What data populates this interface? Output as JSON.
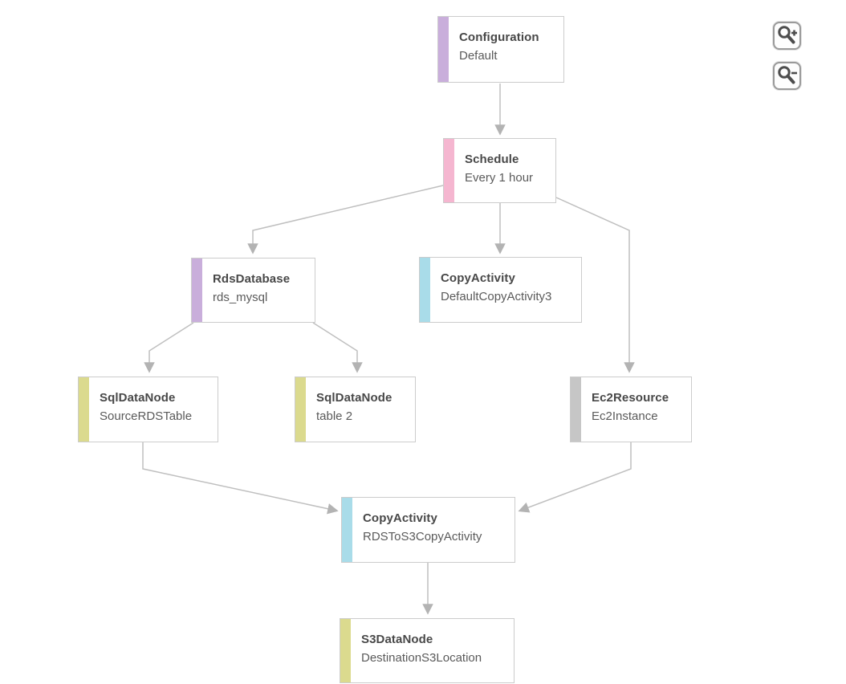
{
  "toolbar": {
    "zoom_in_icon": "magnifier-plus",
    "zoom_out_icon": "magnifier-minus"
  },
  "colors": {
    "configuration_bar": "#c9aedb",
    "schedule_bar": "#f5b6d0",
    "database_bar": "#c9aedb",
    "activity_bar": "#a9dcE9",
    "datanode_bar": "#dbda8e",
    "resource_bar": "#c6c6c6",
    "node_border": "#cccccc",
    "arrow": "#bdbdbd",
    "title_text": "#484848",
    "subtitle_text": "#5a5a5a"
  },
  "nodes": [
    {
      "type": "Configuration",
      "name": "Default",
      "color": "#c9aedb"
    },
    {
      "type": "Schedule",
      "name": "Every 1 hour",
      "color": "#f5b6d0"
    },
    {
      "type": "RdsDatabase",
      "name": "rds_mysql",
      "color": "#c9aedb"
    },
    {
      "type": "CopyActivity",
      "name": "DefaultCopyActivity3",
      "color": "#a9dce9"
    },
    {
      "type": "SqlDataNode",
      "name": "SourceRDSTable",
      "color": "#dbda8e"
    },
    {
      "type": "SqlDataNode",
      "name": "table 2",
      "color": "#dbda8e"
    },
    {
      "type": "Ec2Resource",
      "name": "Ec2Instance",
      "color": "#c6c6c6"
    },
    {
      "type": "CopyActivity",
      "name": "RDSToS3CopyActivity",
      "color": "#a9dce9"
    },
    {
      "type": "S3DataNode",
      "name": "DestinationS3Location",
      "color": "#dbda8e"
    }
  ],
  "edges": [
    {
      "from": "Default",
      "to": "Every 1 hour"
    },
    {
      "from": "Every 1 hour",
      "to": "rds_mysql"
    },
    {
      "from": "Every 1 hour",
      "to": "DefaultCopyActivity3"
    },
    {
      "from": "Every 1 hour",
      "to": "Ec2Instance"
    },
    {
      "from": "rds_mysql",
      "to": "SourceRDSTable"
    },
    {
      "from": "rds_mysql",
      "to": "table 2"
    },
    {
      "from": "SourceRDSTable",
      "to": "RDSToS3CopyActivity"
    },
    {
      "from": "Ec2Instance",
      "to": "RDSToS3CopyActivity"
    },
    {
      "from": "RDSToS3CopyActivity",
      "to": "DestinationS3Location"
    }
  ]
}
